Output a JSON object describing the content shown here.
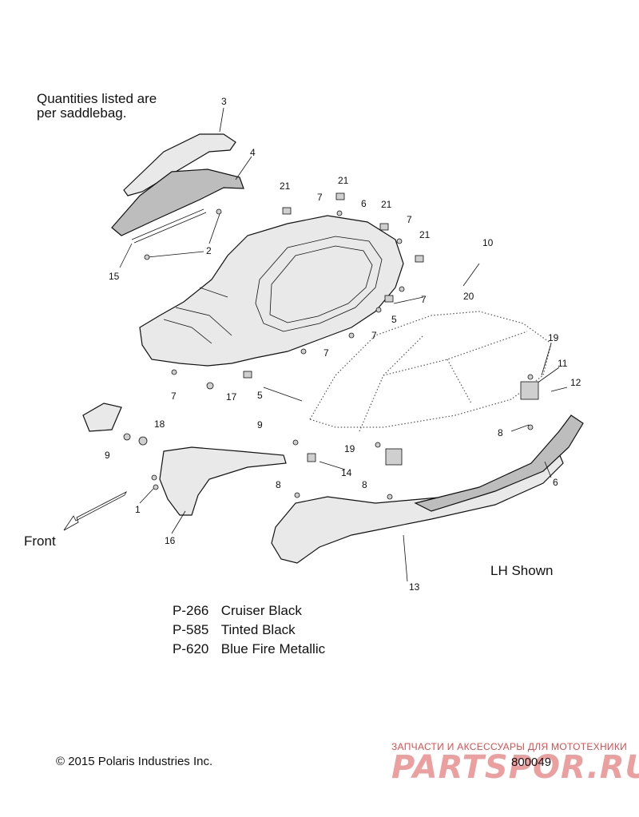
{
  "note": {
    "line1": "Quantities listed are",
    "line2": "per saddlebag."
  },
  "direction_label": "Front",
  "view_label": "LH Shown",
  "callouts": [
    "1",
    "2",
    "3",
    "4",
    "5",
    "5",
    "5",
    "6",
    "6",
    "7",
    "7",
    "7",
    "7",
    "7",
    "7",
    "7",
    "8",
    "8",
    "8",
    "9",
    "9",
    "10",
    "11",
    "12",
    "13",
    "14",
    "15",
    "16",
    "17",
    "18",
    "19",
    "19",
    "20",
    "21",
    "21",
    "21",
    "21"
  ],
  "legend": [
    {
      "code": "P-266",
      "name": "Cruiser Black"
    },
    {
      "code": "P-585",
      "name": "Tinted Black"
    },
    {
      "code": "P-620",
      "name": "Blue Fire Metallic"
    }
  ],
  "copyright": "© 2015 Polaris Industries Inc.",
  "drawing_number": "800049",
  "watermark": {
    "tagline": "ЗАПЧАСТИ И АКСЕССУАРЫ ДЛЯ МОТОТЕХНИКИ",
    "logo": "PARTSPOR.RU"
  }
}
